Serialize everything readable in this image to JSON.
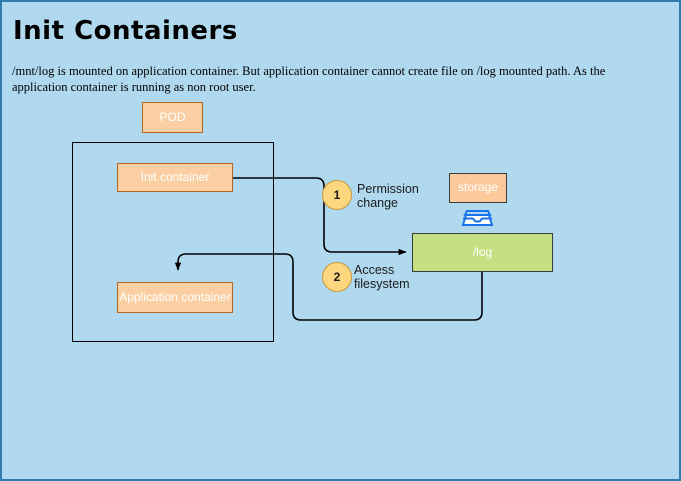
{
  "page": {
    "title": "Init Containers",
    "description": "/mnt/log is mounted on application container. But application container cannot create file on /log mounted path. As the application container is running as non root user.",
    "background_color": "#b0d9ef",
    "border_color": "#2f7cb0"
  },
  "nodes": {
    "pod": {
      "label": "POD",
      "fill": "#f9cfa3",
      "stroke": "#b5651d"
    },
    "init_container": {
      "label": "Init container",
      "fill": "#f9cfa3",
      "stroke": "#b5651d"
    },
    "application_container": {
      "label": "Application\ncontainer",
      "fill": "#f9cfa3",
      "stroke": "#b5651d"
    },
    "storage": {
      "label": "storage",
      "fill": "#fbc99a",
      "stroke": "#3b3b3b"
    },
    "log_volume": {
      "label": "/log",
      "fill": "#c5e082",
      "stroke": "#3b3b3b"
    },
    "pod_boundary": {
      "label": "",
      "stroke": "#000000"
    }
  },
  "icons": {
    "storage_icon": {
      "name": "storage-tray-icon",
      "color": "#1a73e8"
    }
  },
  "steps": [
    {
      "number": "1",
      "label": "Permission\nchange",
      "circle_fill": "#fcd77f",
      "circle_stroke": "#c79a3a"
    },
    {
      "number": "2",
      "label": "Access\nfilesystem",
      "circle_fill": "#fcd77f",
      "circle_stroke": "#c79a3a"
    }
  ],
  "connectors": [
    {
      "name": "init-container-to-log",
      "from": "init_container",
      "to": "log_volume",
      "step": "1"
    },
    {
      "name": "log-to-application-container",
      "from": "log_volume",
      "to": "application_container",
      "step": "2"
    }
  ]
}
